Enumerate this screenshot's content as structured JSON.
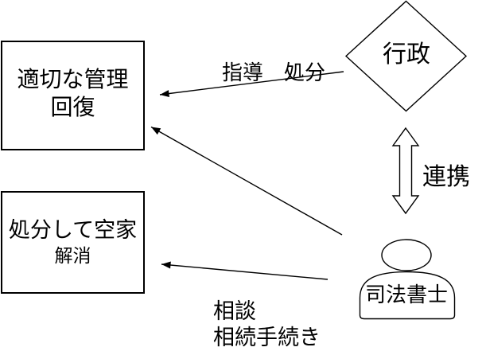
{
  "canvas": {
    "background": "#ffffff",
    "line_color": "#000000"
  },
  "nodes": {
    "box_top_left": {
      "line1": "適切な管理",
      "line2": "回復"
    },
    "box_bottom_left": {
      "line1": "処分して空家",
      "line2": "解消"
    },
    "diamond": {
      "label": "行政"
    },
    "person": {
      "label": "司法書士"
    }
  },
  "edges": {
    "guidance": {
      "label": "指導　処分"
    },
    "cooperation": {
      "label": "連携"
    },
    "consultation": {
      "line1": "相談",
      "line2": "相続手続き"
    }
  }
}
